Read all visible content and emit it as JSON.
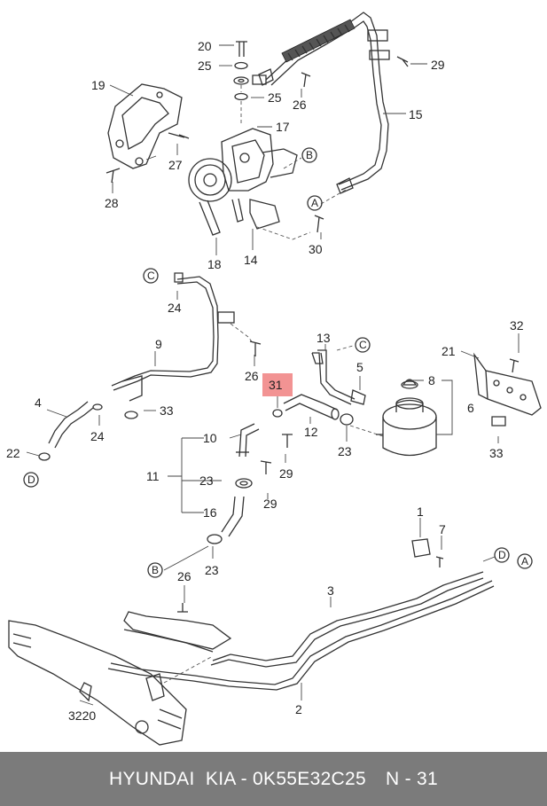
{
  "callouts": {
    "c20": "20",
    "c25a": "25",
    "c25b": "25",
    "c26a": "26",
    "c29a": "29",
    "c15": "15",
    "c19": "19",
    "c17": "17",
    "c27": "27",
    "c28": "28",
    "c18": "18",
    "c14": "14",
    "c30": "30",
    "c24a": "24",
    "c9": "9",
    "c26b": "26",
    "c13": "13",
    "c5": "5",
    "c8": "8",
    "c6": "6",
    "c21": "21",
    "c32": "32",
    "c33a": "33",
    "c33b": "33",
    "c4": "4",
    "c24b": "24",
    "c22": "22",
    "c31": "31",
    "c12": "12",
    "c23a": "23",
    "c10": "10",
    "c29b": "29",
    "c11": "11",
    "c23b": "23",
    "c29c": "29",
    "c16": "16",
    "c23c": "23",
    "c1": "1",
    "c7": "7",
    "c26c": "26",
    "c3": "3",
    "c2": "2",
    "c3220": "3220"
  },
  "refs": {
    "a1": "A",
    "a2": "A",
    "b1": "B",
    "b2": "B",
    "c1": "C",
    "c2": "C",
    "d1": "D",
    "d2": "D"
  },
  "highlight_color": "#f08080",
  "footer": {
    "brand": "HYUNDAI  KIA - 0K55E32C25",
    "ref": "N - 31",
    "background": "#7b7b7b"
  }
}
